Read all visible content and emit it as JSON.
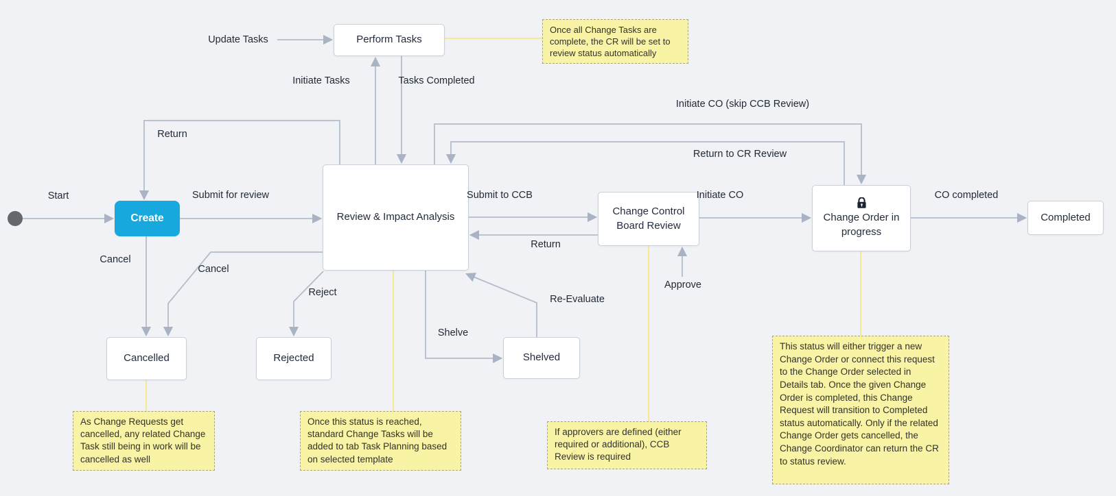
{
  "nodes": {
    "perform_tasks": {
      "label": "Perform Tasks"
    },
    "create": {
      "label": "Create"
    },
    "review": {
      "label": "Review & Impact Analysis"
    },
    "ccb": {
      "line1": "Change Control",
      "line2": "Board Review"
    },
    "change_order": {
      "line1": "Change Order in",
      "line2": "progress",
      "icon": "lock"
    },
    "completed": {
      "label": "Completed"
    },
    "cancelled": {
      "label": "Cancelled"
    },
    "rejected": {
      "label": "Rejected"
    },
    "shelved": {
      "label": "Shelved"
    }
  },
  "edges": {
    "start": "Start",
    "submit_for_review": "Submit for review",
    "return_to_create": "Return",
    "initiate_tasks": "Initiate Tasks",
    "tasks_completed": "Tasks Completed",
    "update_tasks": "Update Tasks",
    "submit_to_ccb": "Submit to CCB",
    "return_from_ccb": "Return",
    "initiate_co": "Initiate CO",
    "approve": "Approve",
    "initiate_co_skip": "Initiate CO (skip CCB Review)",
    "return_to_cr_review": "Return to CR Review",
    "co_completed": "CO completed",
    "cancel_from_create": "Cancel",
    "cancel_from_review": "Cancel",
    "reject": "Reject",
    "shelve": "Shelve",
    "re_evaluate": "Re-Evaluate"
  },
  "notes": {
    "perform_tasks_note": "Once all Change Tasks are complete, the CR will be set to review status automatically",
    "cancelled_note": "As Change Requests get cancelled, any related Change Task still being in work will be cancelled as well",
    "review_note": "Once this status is reached, standard Change Tasks will be added to tab Task Planning based on selected template",
    "ccb_note": "If approvers are defined (either required or additional), CCB Review is required",
    "change_order_note": "This status will either trigger a new Change Order or connect this request to the Change Order selected in Details tab. Once the given Change Order is completed, this Change Request will transition to Completed status automatically. Only if the related Change Order gets cancelled, the Change Coordinator can return the CR to status review."
  },
  "colors": {
    "background": "#f0f2f5",
    "accent_blue": "#17a9de",
    "edge_gray": "#b3bccb",
    "node_border": "#c9d0da",
    "note_background": "#f9f3a5",
    "note_connector": "#f5e98f",
    "start_dot": "#64676c"
  }
}
